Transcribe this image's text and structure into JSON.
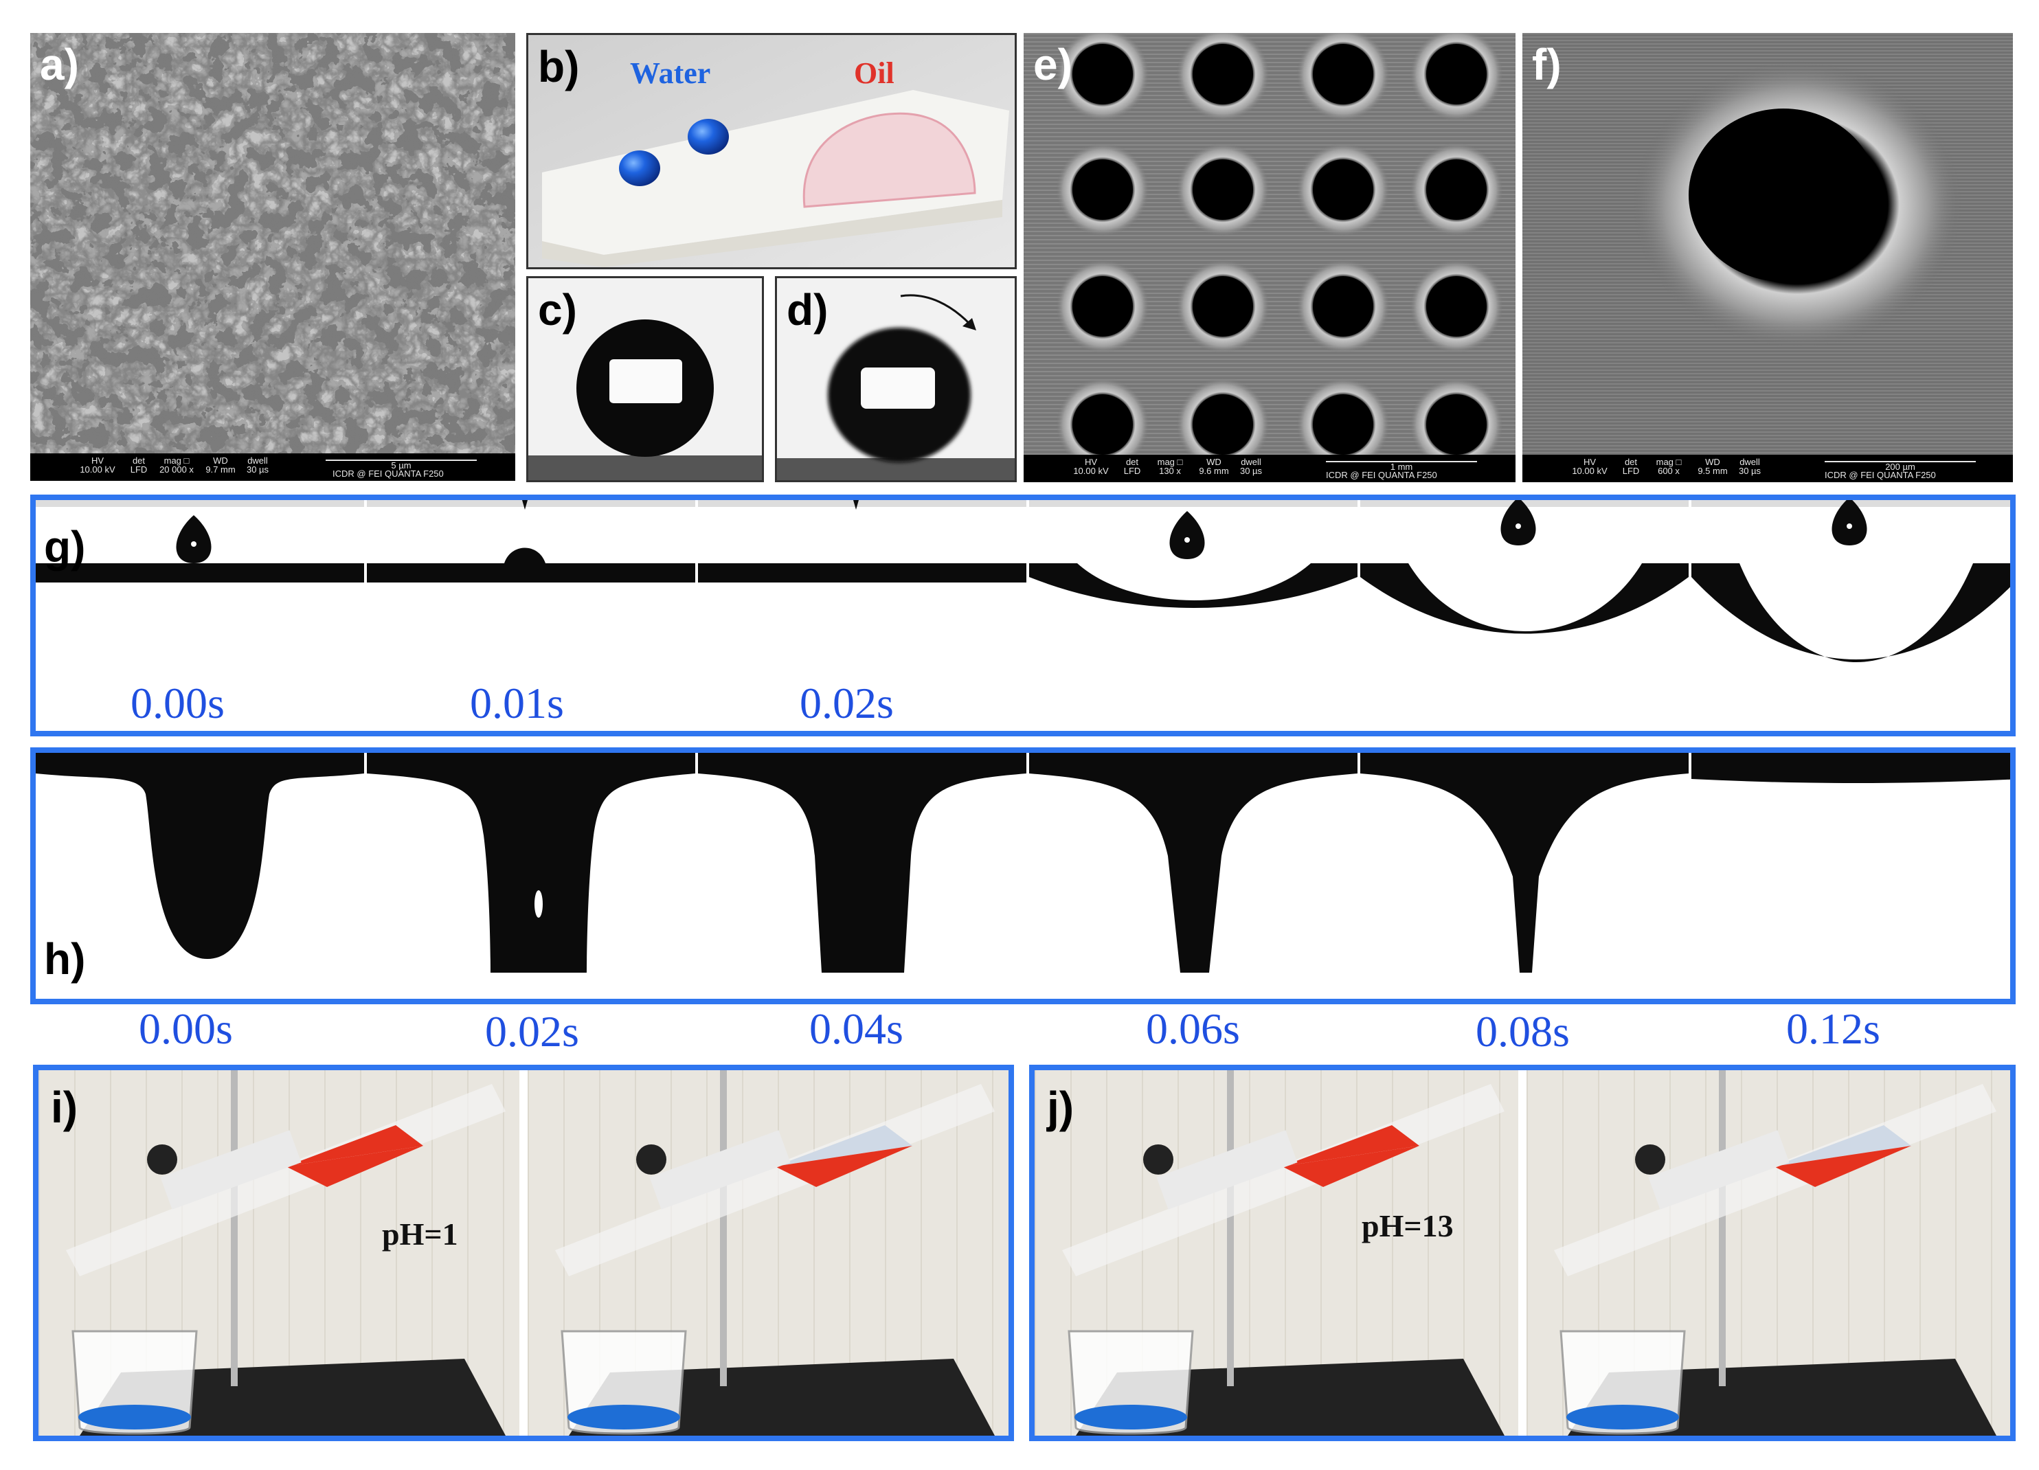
{
  "panels": {
    "a": {
      "label": "a)"
    },
    "b": {
      "label": "b)",
      "water": "Water",
      "oil": "Oil"
    },
    "c": {
      "label": "c)"
    },
    "d": {
      "label": "d)"
    },
    "e": {
      "label": "e)"
    },
    "f": {
      "label": "f)"
    },
    "g": {
      "label": "g)",
      "times": [
        "0.00s",
        "0.01s",
        "0.02s"
      ]
    },
    "h": {
      "label": "h)",
      "times": [
        "0.00s",
        "0.02s",
        "0.04s",
        "0.06s",
        "0.08s",
        "0.12s"
      ]
    },
    "i": {
      "label": "i)",
      "note": "pH=1"
    },
    "j": {
      "label": "j)",
      "note": "pH=13"
    }
  },
  "sem": {
    "a": {
      "hv": "10.00 kV",
      "det": "LFD",
      "mag": "20 000 x",
      "wd": "9.7 mm",
      "dwell": "30 µs",
      "scale": "5 µm",
      "credit": "ICDR @ FEI QUANTA  F250"
    },
    "e": {
      "hv": "10.00 kV",
      "det": "LFD",
      "mag": "130 x",
      "wd": "9.6 mm",
      "dwell": "30 µs",
      "scale": "1 mm",
      "credit": "ICDR @ FEI QUANTA  F250"
    },
    "f": {
      "hv": "10.00 kV",
      "det": "LFD",
      "mag": "600 x",
      "wd": "9.5 mm",
      "dwell": "30 µs",
      "scale": "200 µm",
      "credit": "ICDR @ FEI QUANTA  F250"
    },
    "headers": {
      "hv": "HV",
      "det": "det",
      "mag": "mag □",
      "wd": "WD",
      "dwell": "dwell"
    }
  },
  "colors": {
    "frame_blue": "#2f76f0",
    "time_blue": "#1f4fe0",
    "water_blue": "#1e63e0",
    "oil_red": "#e0322a"
  }
}
